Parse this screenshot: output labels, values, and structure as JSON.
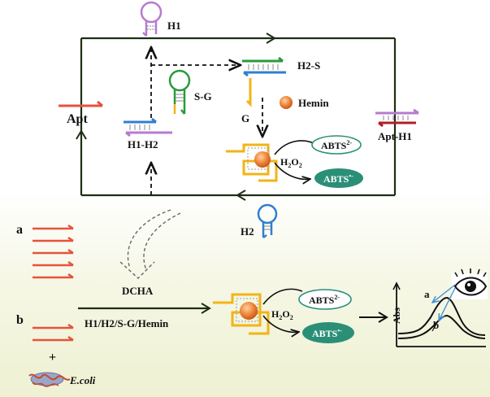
{
  "labels": {
    "h1": "H1",
    "h2s": "H2-S",
    "sg": "S-G",
    "hemin": "Hemin",
    "g": "G",
    "apt": "Apt",
    "h1h2": "H1-H2",
    "apth1": "Apt-H1",
    "abts2_top": "ABTS",
    "abts2_top_sup": "2-",
    "h2o2_top": "H",
    "h2o2_top_sub1": "2",
    "h2o2_top_o": "O",
    "h2o2_top_sub2": "2",
    "abtsr_top": "ABTS",
    "abtsr_top_sup": "•-",
    "h2": "H2",
    "panel_a": "a",
    "panel_b": "b",
    "dcha": "DCHA",
    "reagents": "H1/H2/S-G/Hemin",
    "abts2_bot": "ABTS",
    "abts2_bot_sup": "2-",
    "h2o2_bot": "H",
    "h2o2_bot_sub1": "2",
    "h2o2_bot_o": "O",
    "h2o2_bot_sub2": "2",
    "abtsr_bot": "ABTS",
    "abtsr_bot_sup": "•-",
    "plus": "+",
    "ecoli": "E.coli",
    "abs_axis": "Abs",
    "curve_a": "a",
    "curve_b": "b"
  },
  "colors": {
    "teal": "#2b8f78",
    "teal_stroke": "#2b8f78",
    "red": "#e5533c",
    "purple": "#b77ad0",
    "blue": "#2f7fcf",
    "green": "#2a9a3c",
    "yellow": "#f2b416",
    "orange": "#e8772c",
    "dark_red": "#b31d2b",
    "frame": "#1d2e14"
  }
}
